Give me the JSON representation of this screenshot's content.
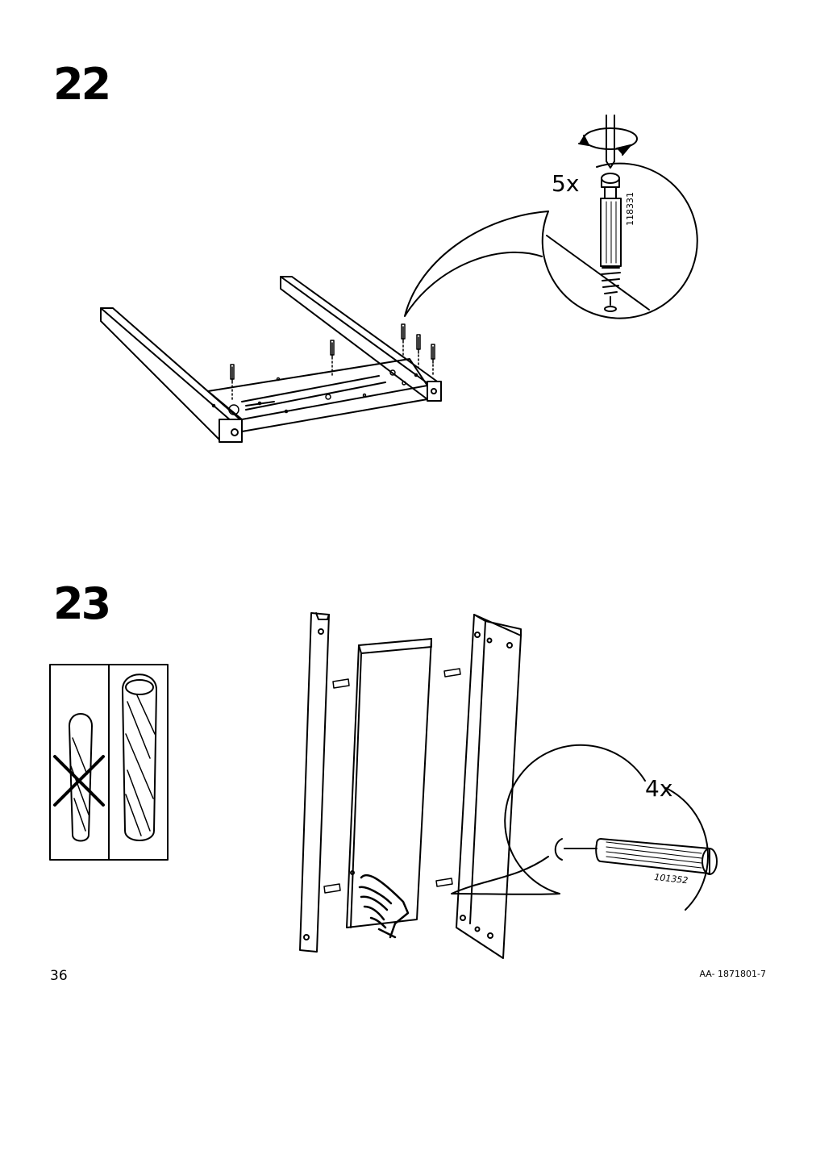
{
  "steps": [
    {
      "number": "22",
      "callout_quantity": "5x",
      "part_number": "118331"
    },
    {
      "number": "23",
      "callout_quantity": "4x",
      "part_number": "101352"
    }
  ],
  "footer": {
    "page_number": "36",
    "document_id": "AA- 1871801-7"
  },
  "icons": [
    "screwdriver-rotate-icon",
    "cam-screw-icon",
    "hand-press-icon",
    "dowel-icon",
    "prohibited-cross-icon"
  ]
}
